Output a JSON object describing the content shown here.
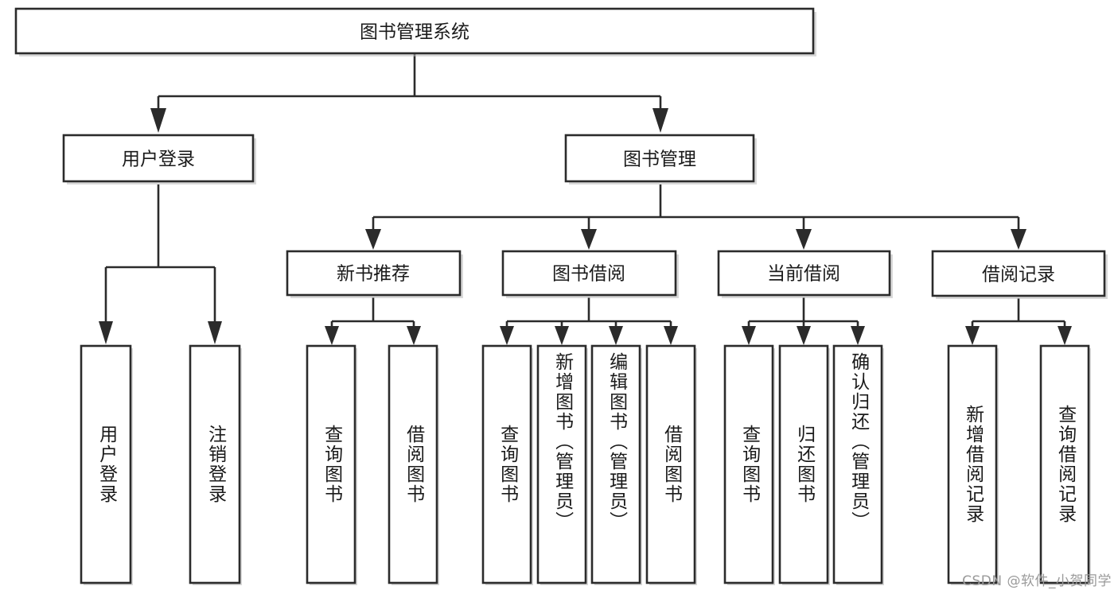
{
  "diagram": {
    "type": "tree-hierarchy",
    "title": "图书管理系统",
    "watermark": "CSDN @软件_小贺同学",
    "levels": {
      "root": {
        "label": "图书管理系统"
      },
      "level2": [
        {
          "label": "用户登录"
        },
        {
          "label": "图书管理"
        }
      ],
      "level3": [
        {
          "label": "新书推荐"
        },
        {
          "label": "图书借阅"
        },
        {
          "label": "当前借阅"
        },
        {
          "label": "借阅记录"
        }
      ],
      "leaves": {
        "user_login": [
          {
            "label": "用户登录"
          },
          {
            "label": "注销登录"
          }
        ],
        "new_book_recommend": [
          {
            "label": "查询图书"
          },
          {
            "label": "借阅图书"
          }
        ],
        "book_borrow": [
          {
            "label": "查询图书"
          },
          {
            "label": "新增图书（管理员）"
          },
          {
            "label": "编辑图书（管理员）"
          },
          {
            "label": "借阅图书"
          }
        ],
        "current_borrow": [
          {
            "label": "查询图书"
          },
          {
            "label": "归还图书"
          },
          {
            "label": "确认归还（管理员）"
          }
        ],
        "borrow_records": [
          {
            "label": "新增借阅记录"
          },
          {
            "label": "查询借阅记录"
          }
        ]
      }
    },
    "colors": {
      "box_stroke": "#2b2b2b",
      "box_fill": "#ffffff",
      "text": "#1a1a1a",
      "watermark": "#9a9a9a",
      "background": "#ffffff"
    }
  }
}
